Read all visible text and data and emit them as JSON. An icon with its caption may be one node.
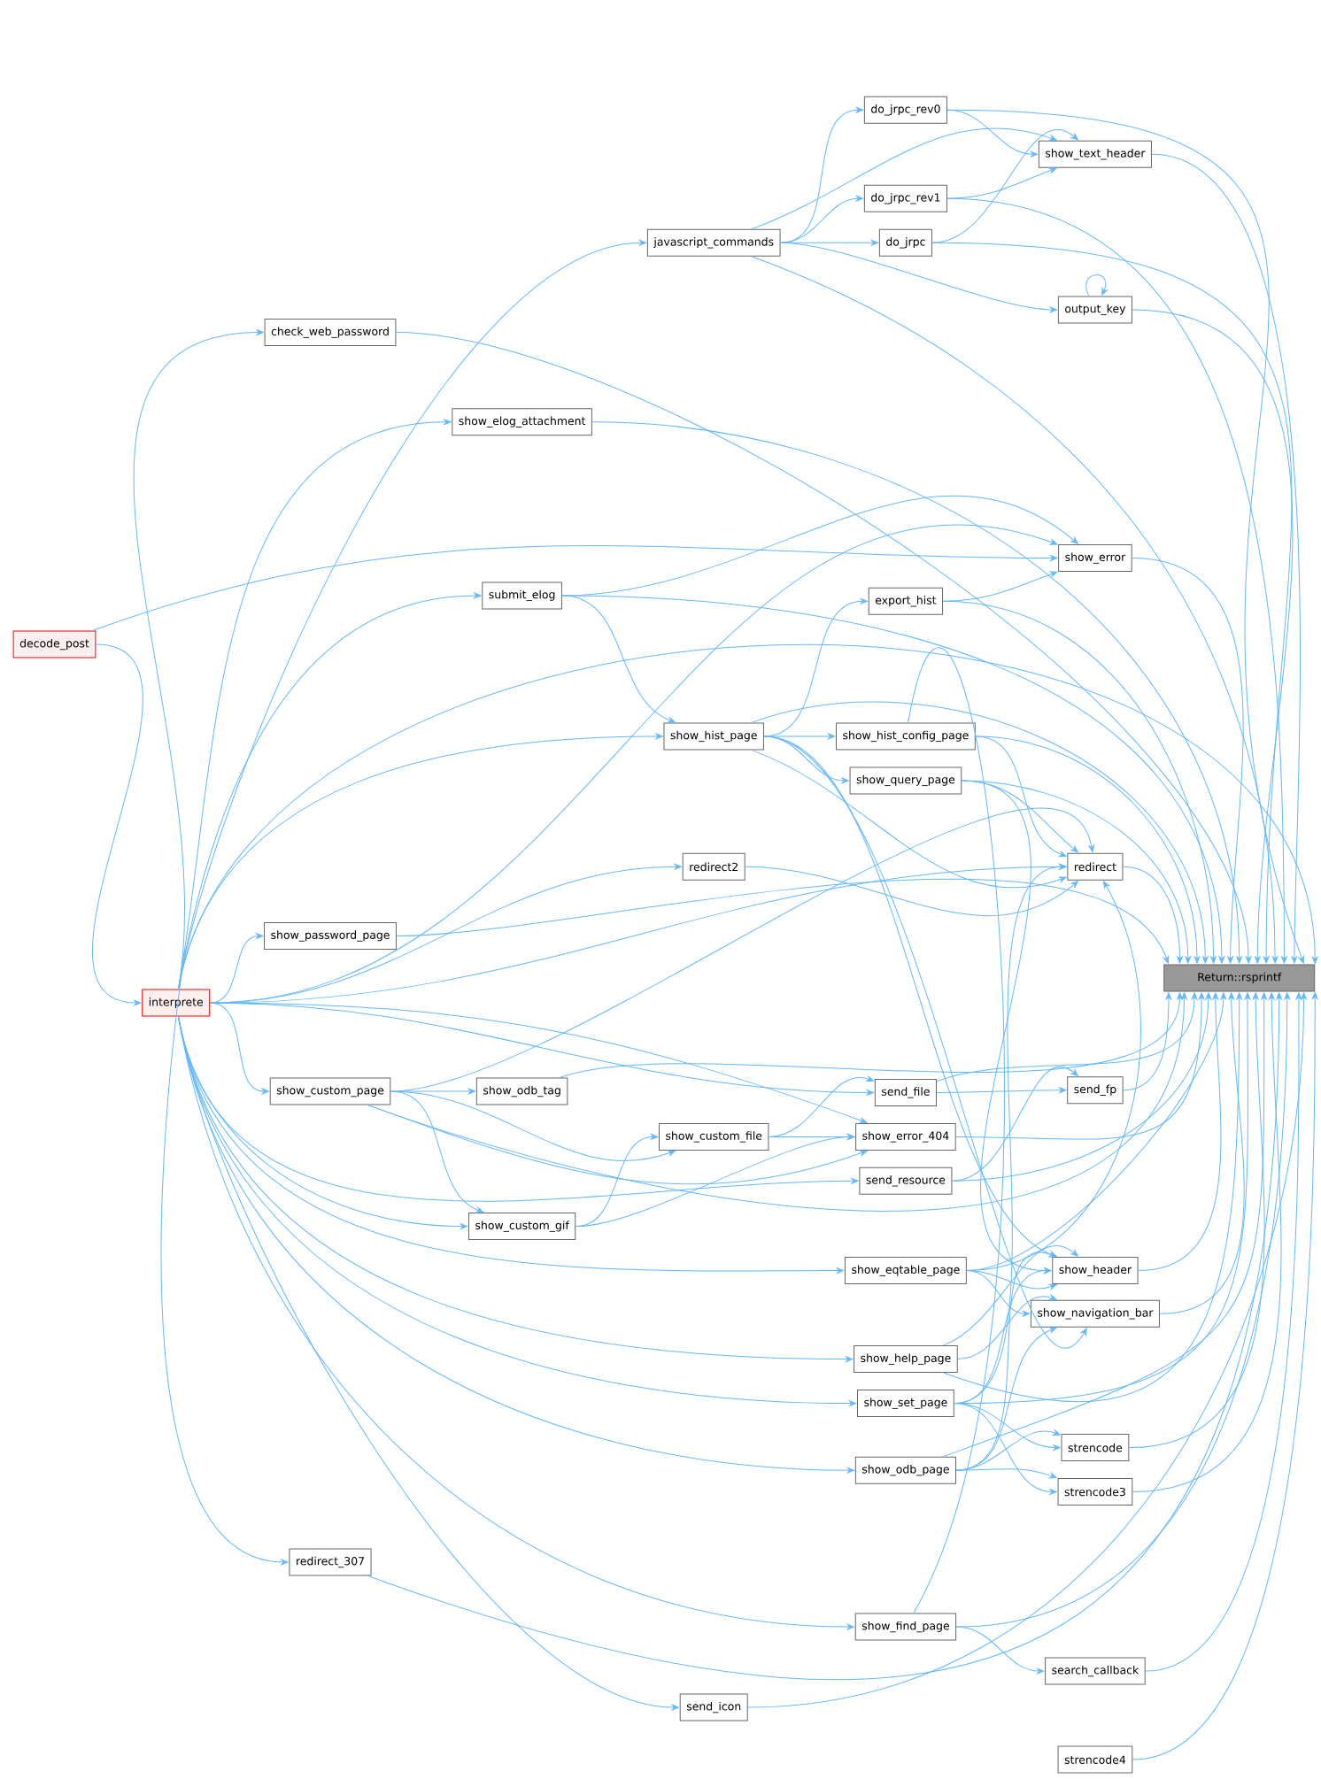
{
  "diagram": {
    "nodes": [
      {
        "text": [
          "Return::rsprintf"
        ]
      },
      {
        "text": [
          "decode_post"
        ]
      },
      {
        "text": [
          "interprete"
        ]
      },
      {
        "text": [
          "check_web_password"
        ]
      },
      {
        "text": [
          "javascript_commands"
        ]
      },
      {
        "text": [
          "do_jrpc_rev0"
        ]
      },
      {
        "text": [
          "show_text_header"
        ]
      },
      {
        "text": [
          "do_jrpc_rev1"
        ]
      },
      {
        "text": [
          "do_jrpc"
        ]
      },
      {
        "text": [
          "output_key"
        ]
      },
      {
        "text": [
          "show_elog_attachment"
        ]
      },
      {
        "text": [
          "submit_elog"
        ]
      },
      {
        "text": [
          "show_error"
        ]
      },
      {
        "text": [
          "export_hist"
        ]
      },
      {
        "text": [
          "show_hist_page"
        ]
      },
      {
        "text": [
          "show_hist_config_page"
        ]
      },
      {
        "text": [
          "show_query_page"
        ]
      },
      {
        "text": [
          "redirect"
        ]
      },
      {
        "text": [
          "redirect2"
        ]
      },
      {
        "text": [
          "show_password_page"
        ]
      },
      {
        "text": [
          "show_custom_page"
        ]
      },
      {
        "text": [
          "show_odb_tag"
        ]
      },
      {
        "text": [
          "send_file"
        ]
      },
      {
        "text": [
          "send_fp"
        ]
      },
      {
        "text": [
          "show_custom_file"
        ]
      },
      {
        "text": [
          "show_error_404"
        ]
      },
      {
        "text": [
          "send_resource"
        ]
      },
      {
        "text": [
          "show_custom_gif"
        ]
      },
      {
        "text": [
          "show_eqtable_page"
        ]
      },
      {
        "text": [
          "show_header"
        ]
      },
      {
        "text": [
          "show_navigation_bar"
        ]
      },
      {
        "text": [
          "show_help_page"
        ]
      },
      {
        "text": [
          "show_set_page"
        ]
      },
      {
        "text": [
          "strencode"
        ]
      },
      {
        "text": [
          "show_odb_page"
        ]
      },
      {
        "text": [
          "strencode3"
        ]
      },
      {
        "text": [
          "redirect_307"
        ]
      },
      {
        "text": [
          "show_find_page"
        ]
      },
      {
        "text": [
          "search_callback"
        ]
      },
      {
        "text": [
          "send_icon"
        ]
      },
      {
        "text": [
          "strencode4"
        ]
      }
    ],
    "edges": [
      {
        "from": 1,
        "to": 2,
        "arrow": "to"
      },
      {
        "from": 1,
        "to": 12,
        "arrow": "to"
      },
      {
        "from": 2,
        "to": 0,
        "arrow": "to"
      },
      {
        "from": 2,
        "to": 3,
        "arrow": "to"
      },
      {
        "from": 2,
        "to": 4,
        "arrow": "to"
      },
      {
        "from": 2,
        "to": 10,
        "arrow": "to"
      },
      {
        "from": 2,
        "to": 11,
        "arrow": "to"
      },
      {
        "from": 2,
        "to": 12,
        "arrow": "to"
      },
      {
        "from": 2,
        "to": 14,
        "arrow": "to"
      },
      {
        "from": 2,
        "to": 17,
        "arrow": "to"
      },
      {
        "from": 2,
        "to": 18,
        "arrow": "to"
      },
      {
        "from": 2,
        "to": 19,
        "arrow": "to"
      },
      {
        "from": 2,
        "to": 20,
        "arrow": "to"
      },
      {
        "from": 2,
        "to": 22,
        "arrow": "to"
      },
      {
        "from": 2,
        "to": 25,
        "arrow": "to"
      },
      {
        "from": 2,
        "to": 27,
        "arrow": "to"
      },
      {
        "from": 2,
        "to": 26,
        "arrow": "to"
      },
      {
        "from": 2,
        "to": 28,
        "arrow": "to"
      },
      {
        "from": 2,
        "to": 31,
        "arrow": "to"
      },
      {
        "from": 2,
        "to": 32,
        "arrow": "to"
      },
      {
        "from": 2,
        "to": 34,
        "arrow": "to"
      },
      {
        "from": 2,
        "to": 36,
        "arrow": "to"
      },
      {
        "from": 2,
        "to": 37,
        "arrow": "to"
      },
      {
        "from": 2,
        "to": 39,
        "arrow": "to"
      },
      {
        "from": 3,
        "to": 0,
        "arrow": "to"
      },
      {
        "from": 4,
        "to": 5,
        "arrow": "to"
      },
      {
        "from": 4,
        "to": 6,
        "arrow": "to"
      },
      {
        "from": 4,
        "to": 7,
        "arrow": "to"
      },
      {
        "from": 4,
        "to": 8,
        "arrow": "to"
      },
      {
        "from": 4,
        "to": 9,
        "arrow": "to"
      },
      {
        "from": 4,
        "to": 0,
        "arrow": "to"
      },
      {
        "from": 5,
        "to": 6,
        "arrow": "to"
      },
      {
        "from": 5,
        "to": 0,
        "arrow": "to"
      },
      {
        "from": 6,
        "to": 0,
        "arrow": "to"
      },
      {
        "from": 7,
        "to": 6,
        "arrow": "to"
      },
      {
        "from": 7,
        "to": 0,
        "arrow": "to"
      },
      {
        "from": 8,
        "to": 6,
        "arrow": "to"
      },
      {
        "from": 8,
        "to": 0,
        "arrow": "to"
      },
      {
        "from": 9,
        "to": 9,
        "arrow": "to"
      },
      {
        "from": 9,
        "to": 0,
        "arrow": "to"
      },
      {
        "from": 10,
        "to": 0,
        "arrow": "to"
      },
      {
        "from": 11,
        "to": 12,
        "arrow": "to"
      },
      {
        "from": 11,
        "to": 14,
        "arrow": "to"
      },
      {
        "from": 11,
        "to": 0,
        "arrow": "to"
      },
      {
        "from": 12,
        "to": 0,
        "arrow": "to"
      },
      {
        "from": 13,
        "to": 12,
        "arrow": "to"
      },
      {
        "from": 13,
        "to": 0,
        "arrow": "to"
      },
      {
        "from": 14,
        "to": 13,
        "arrow": "to"
      },
      {
        "from": 14,
        "to": 15,
        "arrow": "to"
      },
      {
        "from": 14,
        "to": 16,
        "arrow": "to"
      },
      {
        "from": 14,
        "to": 17,
        "arrow": "to"
      },
      {
        "from": 14,
        "to": 0,
        "arrow": "to"
      },
      {
        "from": 14,
        "to": 29,
        "arrow": "to"
      },
      {
        "from": 14,
        "to": 30,
        "arrow": "to"
      },
      {
        "from": 15,
        "to": 17,
        "arrow": "to"
      },
      {
        "from": 15,
        "to": 0,
        "arrow": "to"
      },
      {
        "from": 16,
        "to": 17,
        "arrow": "to"
      },
      {
        "from": 16,
        "to": 0,
        "arrow": "to"
      },
      {
        "from": 16,
        "to": 29,
        "arrow": "to"
      },
      {
        "from": 17,
        "to": 0,
        "arrow": "to"
      },
      {
        "from": 18,
        "to": 17,
        "arrow": "to"
      },
      {
        "from": 19,
        "to": 0,
        "arrow": "to"
      },
      {
        "from": 20,
        "to": 17,
        "arrow": "to"
      },
      {
        "from": 20,
        "to": 0,
        "arrow": "to"
      },
      {
        "from": 20,
        "to": 21,
        "arrow": "to"
      },
      {
        "from": 20,
        "to": 24,
        "arrow": "to"
      },
      {
        "from": 20,
        "to": 25,
        "arrow": "to"
      },
      {
        "from": 20,
        "to": 27,
        "arrow": "to"
      },
      {
        "from": 21,
        "to": 0,
        "arrow": "to"
      },
      {
        "from": 22,
        "to": 23,
        "arrow": "to"
      },
      {
        "from": 22,
        "to": 0,
        "arrow": "to"
      },
      {
        "from": 23,
        "to": 0,
        "arrow": "to"
      },
      {
        "from": 24,
        "to": 22,
        "arrow": "to"
      },
      {
        "from": 24,
        "to": 25,
        "arrow": "to"
      },
      {
        "from": 25,
        "to": 0,
        "arrow": "to"
      },
      {
        "from": 26,
        "to": 23,
        "arrow": "to"
      },
      {
        "from": 26,
        "to": 0,
        "arrow": "to"
      },
      {
        "from": 27,
        "to": 24,
        "arrow": "to"
      },
      {
        "from": 27,
        "to": 25,
        "arrow": "to"
      },
      {
        "from": 28,
        "to": 17,
        "arrow": "to"
      },
      {
        "from": 28,
        "to": 29,
        "arrow": "to"
      },
      {
        "from": 28,
        "to": 30,
        "arrow": "to"
      },
      {
        "from": 28,
        "to": 0,
        "arrow": "to"
      },
      {
        "from": 29,
        "to": 0,
        "arrow": "to"
      },
      {
        "from": 30,
        "to": 0,
        "arrow": "to"
      },
      {
        "from": 31,
        "to": 29,
        "arrow": "to"
      },
      {
        "from": 31,
        "to": 30,
        "arrow": "to"
      },
      {
        "from": 31,
        "to": 0,
        "arrow": "to"
      },
      {
        "from": 32,
        "to": 17,
        "arrow": "to"
      },
      {
        "from": 32,
        "to": 29,
        "arrow": "to"
      },
      {
        "from": 32,
        "to": 33,
        "arrow": "to"
      },
      {
        "from": 32,
        "to": 35,
        "arrow": "to"
      },
      {
        "from": 32,
        "to": 0,
        "arrow": "to"
      },
      {
        "from": 33,
        "to": 0,
        "arrow": "to"
      },
      {
        "from": 34,
        "to": 29,
        "arrow": "to"
      },
      {
        "from": 34,
        "to": 30,
        "arrow": "to"
      },
      {
        "from": 34,
        "to": 33,
        "arrow": "to"
      },
      {
        "from": 34,
        "to": 35,
        "arrow": "to"
      },
      {
        "from": 34,
        "to": 0,
        "arrow": "to"
      },
      {
        "from": 35,
        "to": 0,
        "arrow": "to"
      },
      {
        "from": 36,
        "to": 0,
        "arrow": "to"
      },
      {
        "from": 37,
        "to": 15,
        "arrow": "none"
      },
      {
        "from": 37,
        "to": 38,
        "arrow": "to"
      },
      {
        "from": 37,
        "to": 0,
        "arrow": "to"
      },
      {
        "from": 38,
        "to": 0,
        "arrow": "to"
      },
      {
        "from": 39,
        "to": 0,
        "arrow": "to"
      },
      {
        "from": 40,
        "to": 0,
        "arrow": "to"
      }
    ]
  }
}
